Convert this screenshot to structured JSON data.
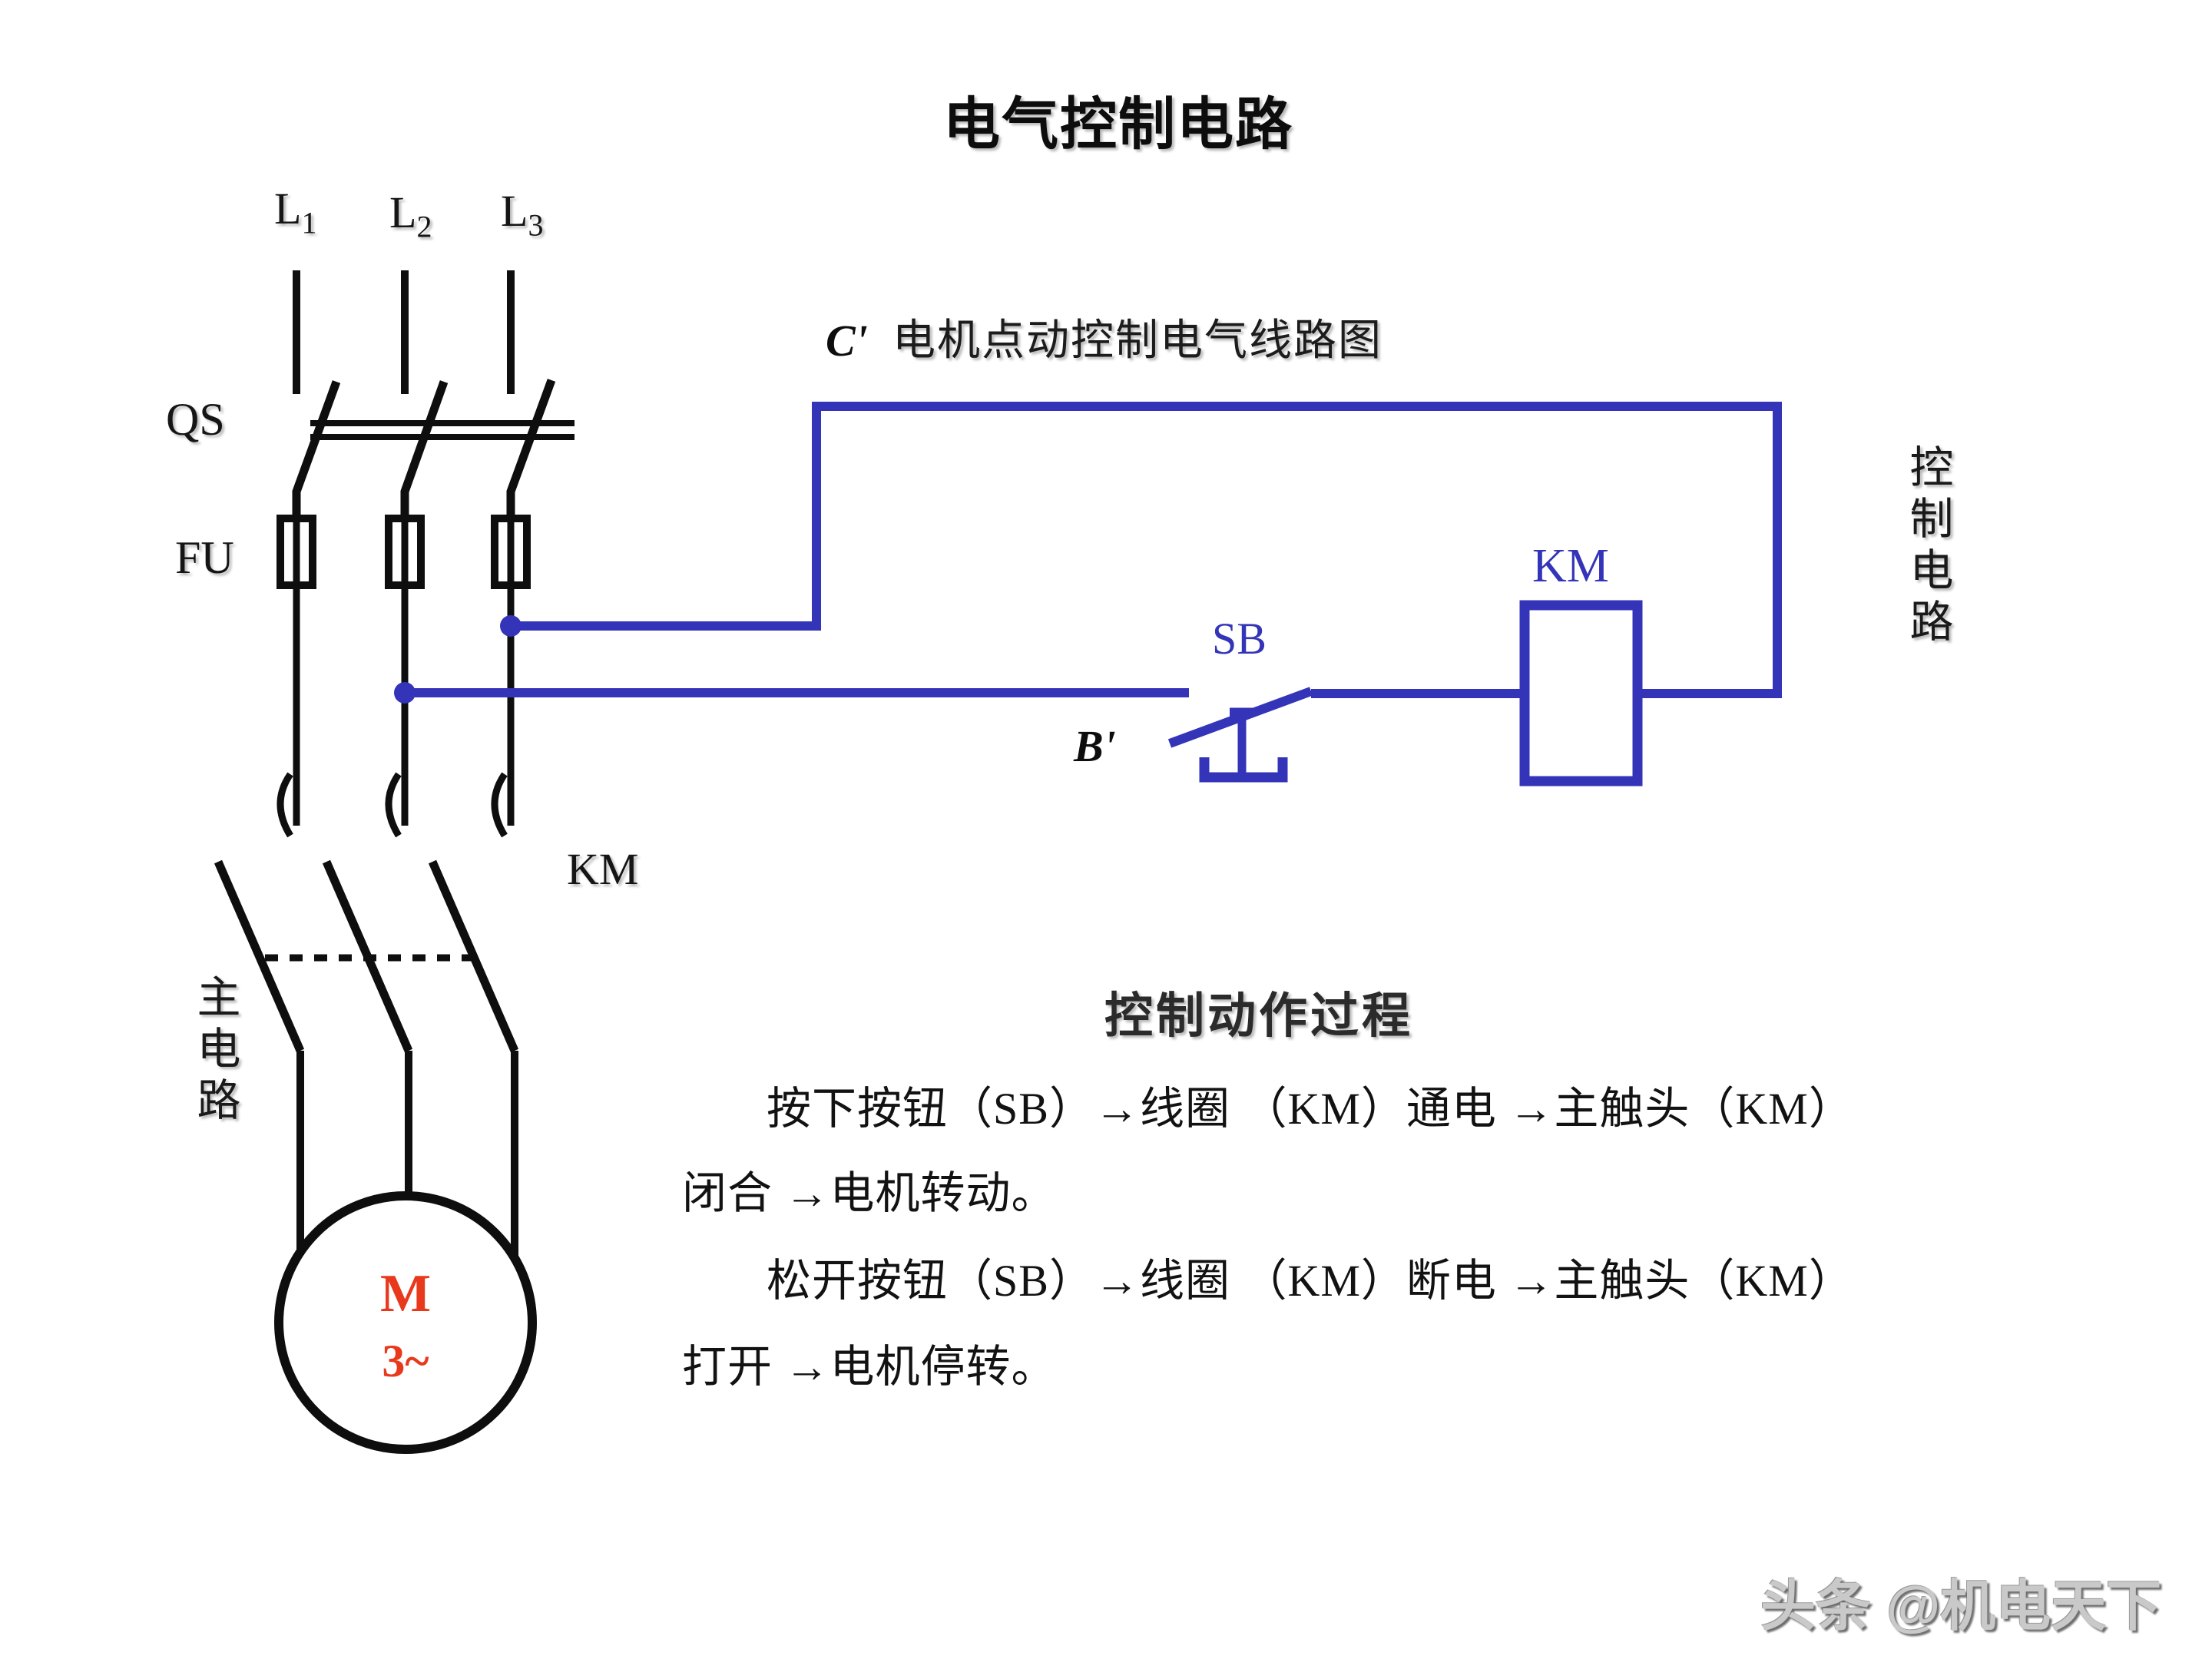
{
  "title": "电气控制电路",
  "subtitle": "电机点动控制电气线路图",
  "colors": {
    "blue": "#3434b8",
    "red": "#e8391d",
    "black": "#0e0e0e",
    "watermark_gray": "#c9c9c9"
  },
  "phases": [
    {
      "label": "L",
      "sub": "1"
    },
    {
      "label": "L",
      "sub": "2"
    },
    {
      "label": "L",
      "sub": "3"
    }
  ],
  "labels": {
    "qs": "QS",
    "fu": "FU",
    "km_main": "KM",
    "km_coil": "KM",
    "sb": "SB",
    "c_node": "C'",
    "b_node": "B'",
    "motor_m": "M",
    "motor_phase": "3~",
    "main_circuit": "主电路",
    "control_circuit": "控制电路"
  },
  "process": {
    "heading": "控制动作过程",
    "lines": [
      "按下按钮（SB）→线圈 （KM）通电 →主触头（KM）",
      "闭合 →电机转动。",
      "松开按钮（SB）→线圈 （KM）断电 →主触头（KM）",
      "打开 →电机停转。"
    ]
  },
  "watermark": "头条 @机电天下"
}
